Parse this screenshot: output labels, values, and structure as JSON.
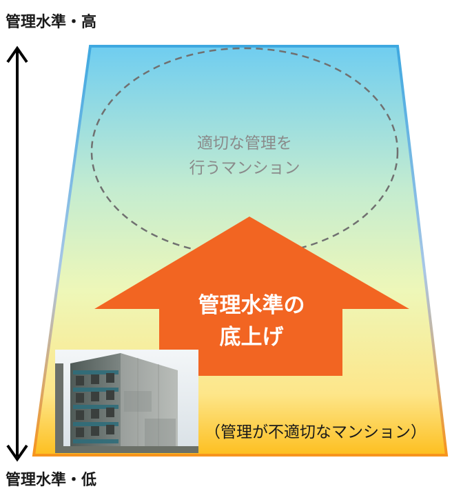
{
  "labels": {
    "top": "管理水準・高",
    "bottom": "管理水準・低"
  },
  "ellipse_label": {
    "line1": "適切な管理を",
    "line2": "行うマンション"
  },
  "arrow_label": {
    "line1": "管理水準の",
    "line2": "底上げ"
  },
  "photo_caption": "（管理が不適切なマンション）",
  "colors": {
    "trapezoid_top": "#6fcdf0",
    "trapezoid_bottom": "#fdbf20",
    "trapezoid_border_top": "#3ea8e0",
    "trapezoid_border_bottom": "#f7941d",
    "arrow": "#f26522",
    "dashed_ellipse": "#707070",
    "axis_arrow": "#000000"
  }
}
